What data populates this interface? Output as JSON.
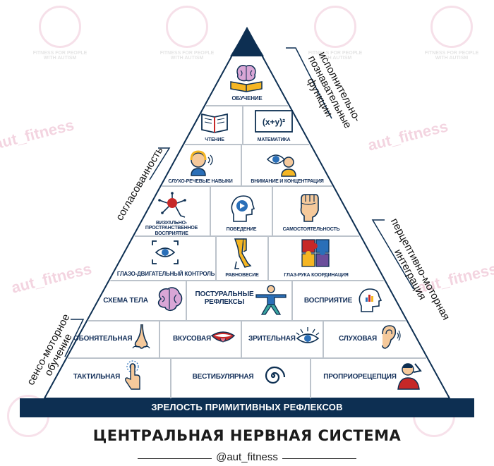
{
  "watermark": {
    "caption_line1": "FITNESS FOR PEOPLE",
    "caption_line2": "WITH AUTISM",
    "brand": "aut_fitness"
  },
  "pyramid": {
    "levels": [
      [
        {
          "label": "ОБУЧЕНИЕ",
          "icon": "brain-book-icon"
        }
      ],
      [
        {
          "label": "ЧТЕНИЕ",
          "icon": "book-icon"
        },
        {
          "label": "МАТЕМАТИКА",
          "icon": "formula-board-icon"
        }
      ],
      [
        {
          "label": "СЛУХО-РЕЧЕВЫЕ НАВЫКИ",
          "icon": "speaking-person-icon"
        },
        {
          "label": "ВНИМАНИЕ И КОНЦЕНТРАЦИЯ",
          "icon": "eye-person-icon"
        }
      ],
      [
        {
          "label": "ВИЗУАЛЬНО-ПРОСТРАНСТВЕННОЕ ВОСПРИЯТИЕ",
          "icon": "neuron-icon"
        },
        {
          "label": "ПОВЕДЕНИЕ",
          "icon": "head-play-icon"
        },
        {
          "label": "САМОСТОЯТЕЛЬНОСТЬ",
          "icon": "fist-icon"
        }
      ],
      [
        {
          "label": "ГЛАЗО-ДВИГАТЕЛЬНЫЙ КОНТРОЛЬ",
          "icon": "eye-focus-icon"
        },
        {
          "label": "РАВНОВЕСИЕ",
          "icon": "legs-balance-icon"
        },
        {
          "label": "ГЛАЗ-РУКА КООРДИНАЦИЯ",
          "icon": "puzzle-icon"
        }
      ],
      [
        {
          "label": "СХЕМА ТЕЛА",
          "icon": "brain-icon"
        },
        {
          "label": "ПОСТУРАЛЬНЫЕ РЕФЛЕКСЫ",
          "icon": "standing-person-icon"
        },
        {
          "label": "ВОСПРИЯТИЕ",
          "icon": "head-chart-icon"
        }
      ],
      [
        {
          "label": "ОБОНЯТЕЛЬНАЯ",
          "icon": "nose-icon"
        },
        {
          "label": "ВКУСОВАЯ",
          "icon": "mouth-icon"
        },
        {
          "label": "ЗРИТЕЛЬНАЯ",
          "icon": "eye-icon"
        },
        {
          "label": "СЛУХОВАЯ",
          "icon": "ear-icon"
        }
      ],
      [
        {
          "label": "ТАКТИЛЬНАЯ",
          "icon": "touch-hand-icon"
        },
        {
          "label": "ВЕСТИБУЛЯРНАЯ",
          "icon": "spiral-icon"
        },
        {
          "label": "ПРОПРИОРЕЦЕПЦИЯ",
          "icon": "person-pose-icon"
        }
      ]
    ],
    "base_label": "ЗРЕЛОСТЬ ПРИМИТИВНЫХ РЕФЛЕКСОВ"
  },
  "side_labels": {
    "cognitive": [
      "исполнительно-",
      "познавательные",
      "функции"
    ],
    "coordination": [
      "согласованность"
    ],
    "perceptual": [
      "перцептивно-моторная",
      "интеграция"
    ],
    "sensory": [
      "сенсо-моторное",
      "обучение"
    ]
  },
  "title": "ЦЕНТРАЛЬНАЯ НЕРВНАЯ СИСТЕМА",
  "handle": "@aut_fitness",
  "colors": {
    "navy": "#0d2f52",
    "grid": "#bcc3cb",
    "label": "#14305a",
    "accent_red": "#c62828",
    "accent_yellow": "#f5b623",
    "accent_blue": "#2a6fb8",
    "brand_pink": "#c2185b"
  }
}
